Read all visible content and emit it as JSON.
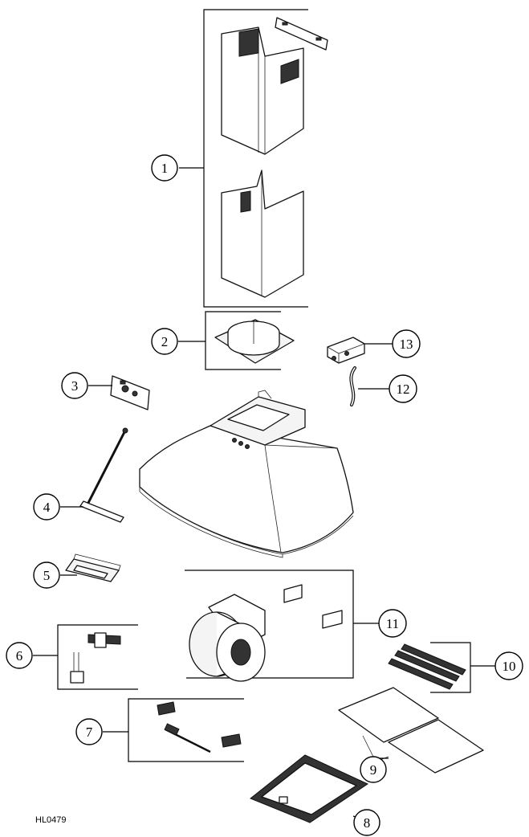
{
  "diagram": {
    "drawing_code": "HL0479",
    "callouts": [
      "1",
      "2",
      "3",
      "4",
      "5",
      "6",
      "7",
      "8",
      "9",
      "10",
      "11",
      "12",
      "13"
    ]
  }
}
